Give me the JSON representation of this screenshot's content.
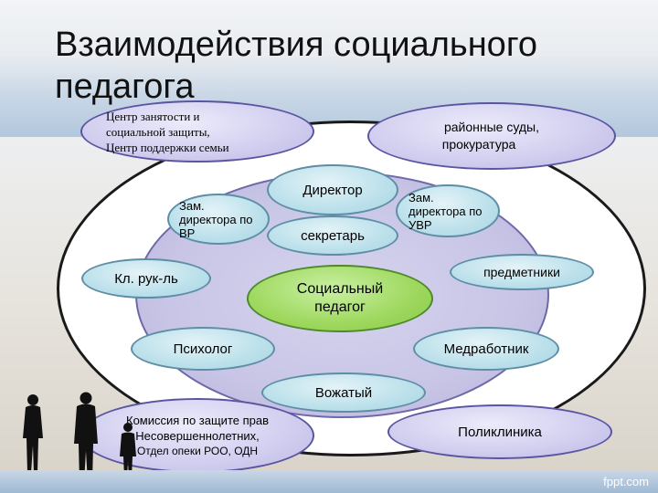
{
  "slide": {
    "title": "Взаимодействия социального педагога",
    "footer_brand": "fppt.com"
  },
  "nodes": {
    "center": "Социальный педагог",
    "director": "Директор",
    "secretary": "секретарь",
    "deputy_vr": "Зам. директора по ВР",
    "deputy_uvr": "Зам. директора по УВР",
    "class_teachers": "Кл. рук-ль",
    "subject_teachers": "предметники",
    "psychologist": "Психолог",
    "medical_worker": "Медработник",
    "counselor": "Вожатый"
  },
  "external": {
    "employment_center_line1": "Центр занятости и",
    "employment_center_line2": "социальной защиты,",
    "employment_center_line3": "Центр поддержки семьи",
    "courts_line1": "районные суды,",
    "courts_line2": "прокуратура",
    "commission_line1": "Комиссия по защите прав",
    "commission_line2": "Несовершеннолетних,",
    "commission_line3": "Отдел опеки РОО, ОДН",
    "clinic": "Поликлиника"
  },
  "colors": {
    "teal_node": "#bfe2ec",
    "lavender_node": "#d3d0f0",
    "green_center": "#9ed85e",
    "inner_ellipse": "#c8c5e6",
    "outer_ellipse_border": "#1a1a1a"
  }
}
